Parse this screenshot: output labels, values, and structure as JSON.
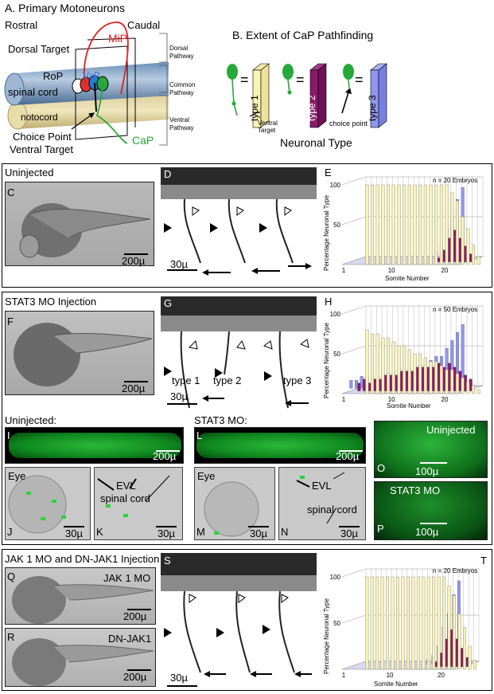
{
  "sectionA": {
    "title": "A. Primary Motoneurons",
    "rostral": "Rostral",
    "caudal": "Caudal",
    "dorsal_target": "Dorsal Target",
    "mip": "MiP",
    "rop": "RoP",
    "vap": "VaP",
    "spinal_cord": "spinal cord",
    "notochord": "notocord",
    "choice_point": "Choice Point",
    "ventral_target": "Ventral Target",
    "cap": "CaP",
    "dorsal_pathway_1": "Dorsal",
    "dorsal_pathway_2": "Pathway",
    "common_pathway_1": "Common",
    "common_pathway_2": "Pathway",
    "ventral_pathway_1": "Ventral",
    "ventral_pathway_2": "Pathway"
  },
  "sectionB": {
    "title": "B. Extent of CaP Pathfinding",
    "eq": "=",
    "type1": "type 1",
    "type2": "type 2",
    "type3": "type 3",
    "ventral_target_1": "Ventral",
    "ventral_target_2": "Target",
    "choice_point": "choice point",
    "neuronal_type": "Neuronal Type"
  },
  "panel1": {
    "label_c": "C",
    "uninjected": "Uninjected",
    "scale_c": "200µ",
    "label_d": "D",
    "scale_d": "30µ",
    "label_e": "E",
    "n_embryos": "n = 20 Embryos",
    "ylabel": "Percentage Neuronal Type",
    "xlabel": "Somite Number"
  },
  "panel2": {
    "title": "STAT3 MO Injection",
    "label_f": "F",
    "scale_f": "200µ",
    "label_g": "G",
    "type1": "type 1",
    "type2": "type 2",
    "type3": "type 3",
    "scale_g": "30µ",
    "label_h": "H",
    "n_embryos": "n = 50 Embryos",
    "ylabel": "Percentage Neuronal Type",
    "xlabel": "Somite Number",
    "uninjected_colon": "Uninjected:",
    "stat3mo_colon": "STAT3 MO:",
    "label_i": "I",
    "scale_i": "200µ",
    "label_l": "L",
    "scale_l": "200µ",
    "eye_j": "Eye",
    "label_j": "J",
    "scale_j": "30µ",
    "evl_k": "EVL",
    "spinal_cord_k": "spinal cord",
    "label_k": "K",
    "scale_k": "30µ",
    "eye_m": "Eye",
    "label_m": "M",
    "scale_m": "30µ",
    "evl_n": "EVL",
    "spinal_cord_n": "spinal cord",
    "label_n": "N",
    "scale_n": "30µ",
    "uninjected_o": "Uninjected",
    "label_o": "O",
    "scale_o": "100µ",
    "stat3mo_p": "STAT3 MO",
    "label_p": "P",
    "scale_p": "100µ"
  },
  "panel3": {
    "title": "JAK 1 MO and DN-JAK1 Injection",
    "label_q": "Q",
    "jak1mo": "JAK 1 MO",
    "scale_q": "200µ",
    "label_r": "R",
    "dnjak1": "DN-JAK1",
    "scale_r": "200µ",
    "label_s": "S",
    "scale_s": "30µ",
    "label_t": "T",
    "n_embryos": "n = 20 Embryos",
    "ylabel": "Percentage Neuronal Type",
    "xlabel": "Somite Number"
  },
  "chart_data": [
    {
      "id": "E",
      "type": "bar",
      "title": "",
      "xlabel": "Somite Number",
      "ylabel": "Percentage Neuronal Type",
      "ylim": [
        0,
        100
      ],
      "yticks": [
        50,
        100
      ],
      "xticks": [
        1,
        10,
        20
      ],
      "categories": [
        1,
        2,
        3,
        4,
        5,
        6,
        7,
        8,
        9,
        10,
        11,
        12,
        13,
        14,
        15,
        16,
        17,
        18,
        19,
        20,
        21,
        22
      ],
      "series": [
        {
          "name": "type 1",
          "color": "#fbf3b4",
          "values": [
            100,
            100,
            100,
            100,
            100,
            100,
            100,
            100,
            100,
            100,
            100,
            100,
            100,
            100,
            100,
            100,
            90,
            80,
            60,
            45,
            25,
            10
          ]
        },
        {
          "name": "type 2",
          "color": "#8b1a6b",
          "values": [
            0,
            0,
            0,
            0,
            0,
            0,
            0,
            0,
            0,
            0,
            0,
            0,
            0,
            0,
            0,
            5,
            15,
            30,
            40,
            30,
            20,
            10
          ]
        },
        {
          "name": "type 3",
          "color": "#8f96ee",
          "values": [
            0,
            0,
            0,
            0,
            0,
            0,
            0,
            0,
            0,
            0,
            0,
            0,
            0,
            0,
            0,
            5,
            10,
            20,
            40,
            55,
            75,
            90
          ]
        }
      ]
    },
    {
      "id": "H",
      "type": "bar",
      "title": "",
      "xlabel": "Somite Number",
      "ylabel": "Percentage Neuronal Type",
      "ylim": [
        0,
        100
      ],
      "yticks": [
        50,
        100
      ],
      "xticks": [
        1,
        10,
        20
      ],
      "categories": [
        1,
        2,
        3,
        4,
        5,
        6,
        7,
        8,
        9,
        10,
        11,
        12,
        13,
        14,
        15,
        16,
        17,
        18,
        19,
        20,
        21,
        22
      ],
      "series": [
        {
          "name": "type 1",
          "color": "#fbf3b4",
          "values": [
            80,
            75,
            75,
            70,
            70,
            65,
            60,
            60,
            55,
            50,
            50,
            45,
            40,
            40,
            35,
            30,
            30,
            25,
            20,
            15,
            10,
            5
          ]
        },
        {
          "name": "type 2",
          "color": "#8b1a6b",
          "values": [
            10,
            15,
            10,
            15,
            15,
            20,
            20,
            20,
            25,
            25,
            25,
            30,
            30,
            30,
            30,
            35,
            30,
            35,
            30,
            25,
            20,
            15
          ]
        },
        {
          "name": "type 3",
          "color": "#8f96ee",
          "values": [
            10,
            10,
            15,
            15,
            15,
            15,
            20,
            20,
            20,
            25,
            25,
            25,
            30,
            30,
            35,
            35,
            40,
            40,
            50,
            60,
            70,
            80
          ]
        }
      ]
    },
    {
      "id": "T",
      "type": "bar",
      "title": "",
      "xlabel": "Somite Number",
      "ylabel": "Percentage Neuronal Type",
      "ylim": [
        0,
        100
      ],
      "yticks": [
        50,
        100
      ],
      "xticks": [
        1,
        10,
        20
      ],
      "categories": [
        1,
        2,
        3,
        4,
        5,
        6,
        7,
        8,
        9,
        10,
        11,
        12,
        13,
        14,
        15,
        16,
        17,
        18,
        19,
        20,
        21,
        22
      ],
      "series": [
        {
          "name": "type 1",
          "color": "#fbf3b4",
          "values": [
            100,
            100,
            100,
            100,
            100,
            100,
            100,
            100,
            100,
            100,
            100,
            100,
            100,
            100,
            100,
            100,
            90,
            80,
            60,
            45,
            25,
            10
          ]
        },
        {
          "name": "type 2",
          "color": "#8b1a6b",
          "values": [
            0,
            0,
            0,
            0,
            0,
            0,
            0,
            0,
            0,
            0,
            0,
            0,
            0,
            0,
            0,
            5,
            15,
            30,
            40,
            30,
            20,
            10
          ]
        },
        {
          "name": "type 3",
          "color": "#8f96ee",
          "values": [
            0,
            0,
            0,
            0,
            0,
            0,
            0,
            0,
            0,
            0,
            0,
            0,
            0,
            0,
            0,
            5,
            10,
            20,
            40,
            55,
            75,
            90
          ]
        }
      ]
    }
  ]
}
